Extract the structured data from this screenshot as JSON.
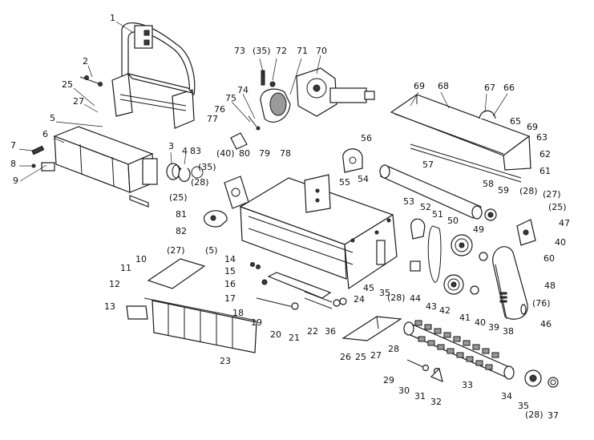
{
  "labels": {
    "l1": "1",
    "l2": "2",
    "l3": "3",
    "l4": "4",
    "l5": "5",
    "l5p": "(5)",
    "l6": "6",
    "l7": "7",
    "l8": "8",
    "l9": "9",
    "l10": "10",
    "l11": "11",
    "l12": "12",
    "l13": "13",
    "l14": "14",
    "l15": "15",
    "l16": "16",
    "l17": "17",
    "l18": "18",
    "l19": "19",
    "l20": "20",
    "l21": "21",
    "l22": "22",
    "l23": "23",
    "l24": "24",
    "l25a": "25",
    "l25b": "25",
    "l25p1": "(25)",
    "l25p2": "(25)",
    "l26": "26",
    "l27a": "27",
    "l27b": "27",
    "l27p1": "(27)",
    "l27p2": "(27)",
    "l28": "28",
    "l28p1": "(28)",
    "l28p2": "(28)",
    "l28p3": "(28)",
    "l28p4": "(28)",
    "l29": "29",
    "l30": "30",
    "l31": "31",
    "l32": "32",
    "l33": "33",
    "l34": "34",
    "l35a": "35",
    "l35b": "35",
    "l35p1": "(35)",
    "l35p2": "(35)",
    "l36": "36",
    "l37": "37",
    "l38": "38",
    "l39": "39",
    "l40a": "40",
    "l40b": "40",
    "l40p": "(40)",
    "l41": "41",
    "l42": "42",
    "l43": "43",
    "l44": "44",
    "l45": "45",
    "l46": "46",
    "l47": "47",
    "l48": "48",
    "l49": "49",
    "l50": "50",
    "l51": "51",
    "l52": "52",
    "l53": "53",
    "l54": "54",
    "l55": "55",
    "l56": "56",
    "l57": "57",
    "l58": "58",
    "l59": "59",
    "l60": "60",
    "l61": "61",
    "l62": "62",
    "l63": "63",
    "l65": "65",
    "l66": "66",
    "l67": "67",
    "l68": "68",
    "l69a": "69",
    "l69b": "69",
    "l70": "70",
    "l71": "71",
    "l72": "72",
    "l73": "73",
    "l74": "74",
    "l75": "75",
    "l76": "76",
    "l76p": "(76)",
    "l77": "77",
    "l78": "78",
    "l79": "79",
    "l80": "80",
    "l81": "81",
    "l82": "82",
    "l83": "83"
  }
}
